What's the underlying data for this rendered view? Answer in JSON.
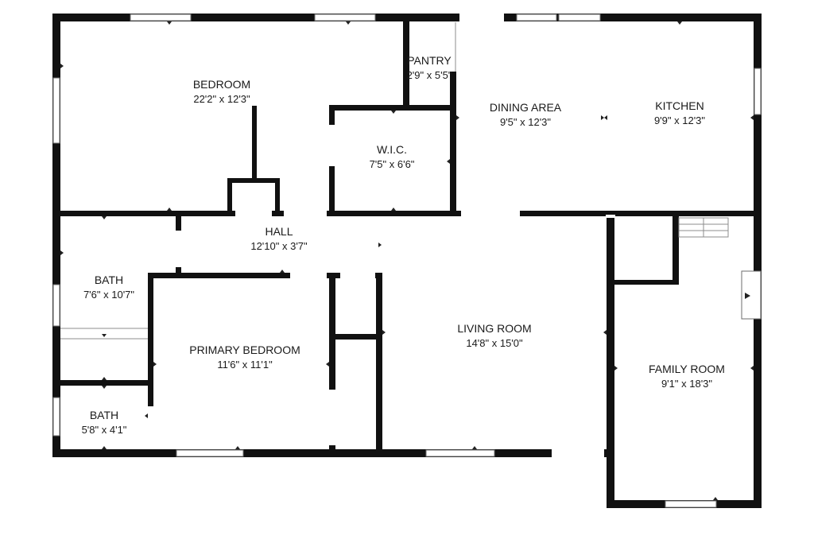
{
  "floorplan": {
    "rooms": [
      {
        "id": "bedroom",
        "name": "BEDROOM",
        "dims": "22'2\" x 12'3\""
      },
      {
        "id": "pantry",
        "name": "PANTRY",
        "dims": "2'9\" x 5'5\""
      },
      {
        "id": "dining",
        "name": "DINING AREA",
        "dims": "9'5\" x 12'3\""
      },
      {
        "id": "kitchen",
        "name": "KITCHEN",
        "dims": "9'9\" x 12'3\""
      },
      {
        "id": "wic",
        "name": "W.I.C.",
        "dims": "7'5\" x 6'6\""
      },
      {
        "id": "hall",
        "name": "HALL",
        "dims": "12'10\" x 3'7\""
      },
      {
        "id": "bath1",
        "name": "BATH",
        "dims": "7'6\" x 10'7\""
      },
      {
        "id": "primary",
        "name": "PRIMARY BEDROOM",
        "dims": "11'6\" x 11'1\""
      },
      {
        "id": "living",
        "name": "LIVING ROOM",
        "dims": "14'8\" x 15'0\""
      },
      {
        "id": "family",
        "name": "FAMILY ROOM",
        "dims": "9'1\" x 18'3\""
      },
      {
        "id": "bath2",
        "name": "BATH",
        "dims": "5'8\" x 4'1\""
      }
    ],
    "colors": {
      "wall": "#111111",
      "window": "#ffffff",
      "background": "#ffffff"
    }
  }
}
